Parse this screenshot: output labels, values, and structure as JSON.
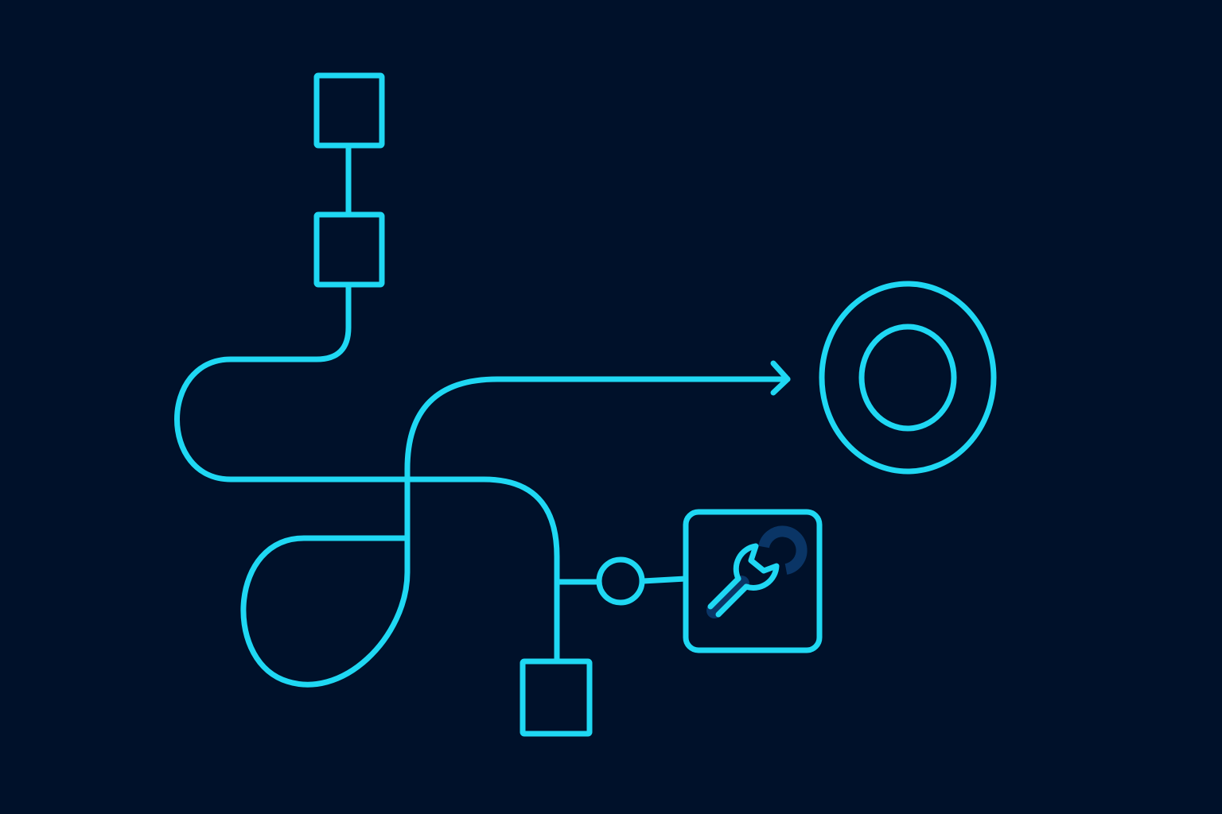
{
  "theme": {
    "background": "#00112a",
    "line_color": "#1fd8f3",
    "wrench_accent": "#0a3566"
  },
  "diagram": {
    "nodes": [
      {
        "id": "top-square",
        "shape": "square"
      },
      {
        "id": "middle-square",
        "shape": "square"
      },
      {
        "id": "bottom-square",
        "shape": "square"
      },
      {
        "id": "junction-circle",
        "shape": "circle"
      },
      {
        "id": "tool-box",
        "shape": "rounded-square",
        "icon": "wrench-icon"
      },
      {
        "id": "target",
        "shape": "double-ring",
        "icon": "target-icon"
      }
    ],
    "connectors": [
      {
        "from": "top-square",
        "to": "middle-square"
      },
      {
        "from": "middle-square",
        "to": "loop-path"
      },
      {
        "from": "loop-path",
        "to": "target",
        "arrow": true
      },
      {
        "from": "loop-path",
        "to": "junction-circle"
      },
      {
        "from": "junction-circle",
        "to": "tool-box"
      },
      {
        "from": "loop-path",
        "to": "bottom-square"
      }
    ]
  }
}
